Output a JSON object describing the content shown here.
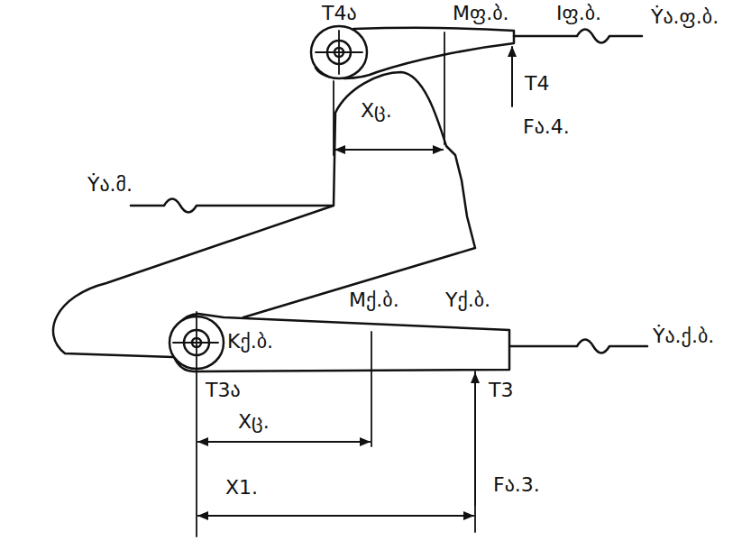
{
  "diagram": {
    "labels": [
      "T4ა",
      "Mფ.ბ.",
      "Iფ.ბ.",
      "Ẏა.ფ.ბ.",
      "T4",
      "Xც.",
      "Fა.4.",
      "Ẏა.მ.",
      "Mქ.ბ.",
      "Yქ.ბ.",
      "Kქ.ბ.",
      "Ẏა.ქ.ბ.",
      "T3ა",
      "T3",
      "Xც.",
      "Fა.3.",
      "X1."
    ]
  }
}
